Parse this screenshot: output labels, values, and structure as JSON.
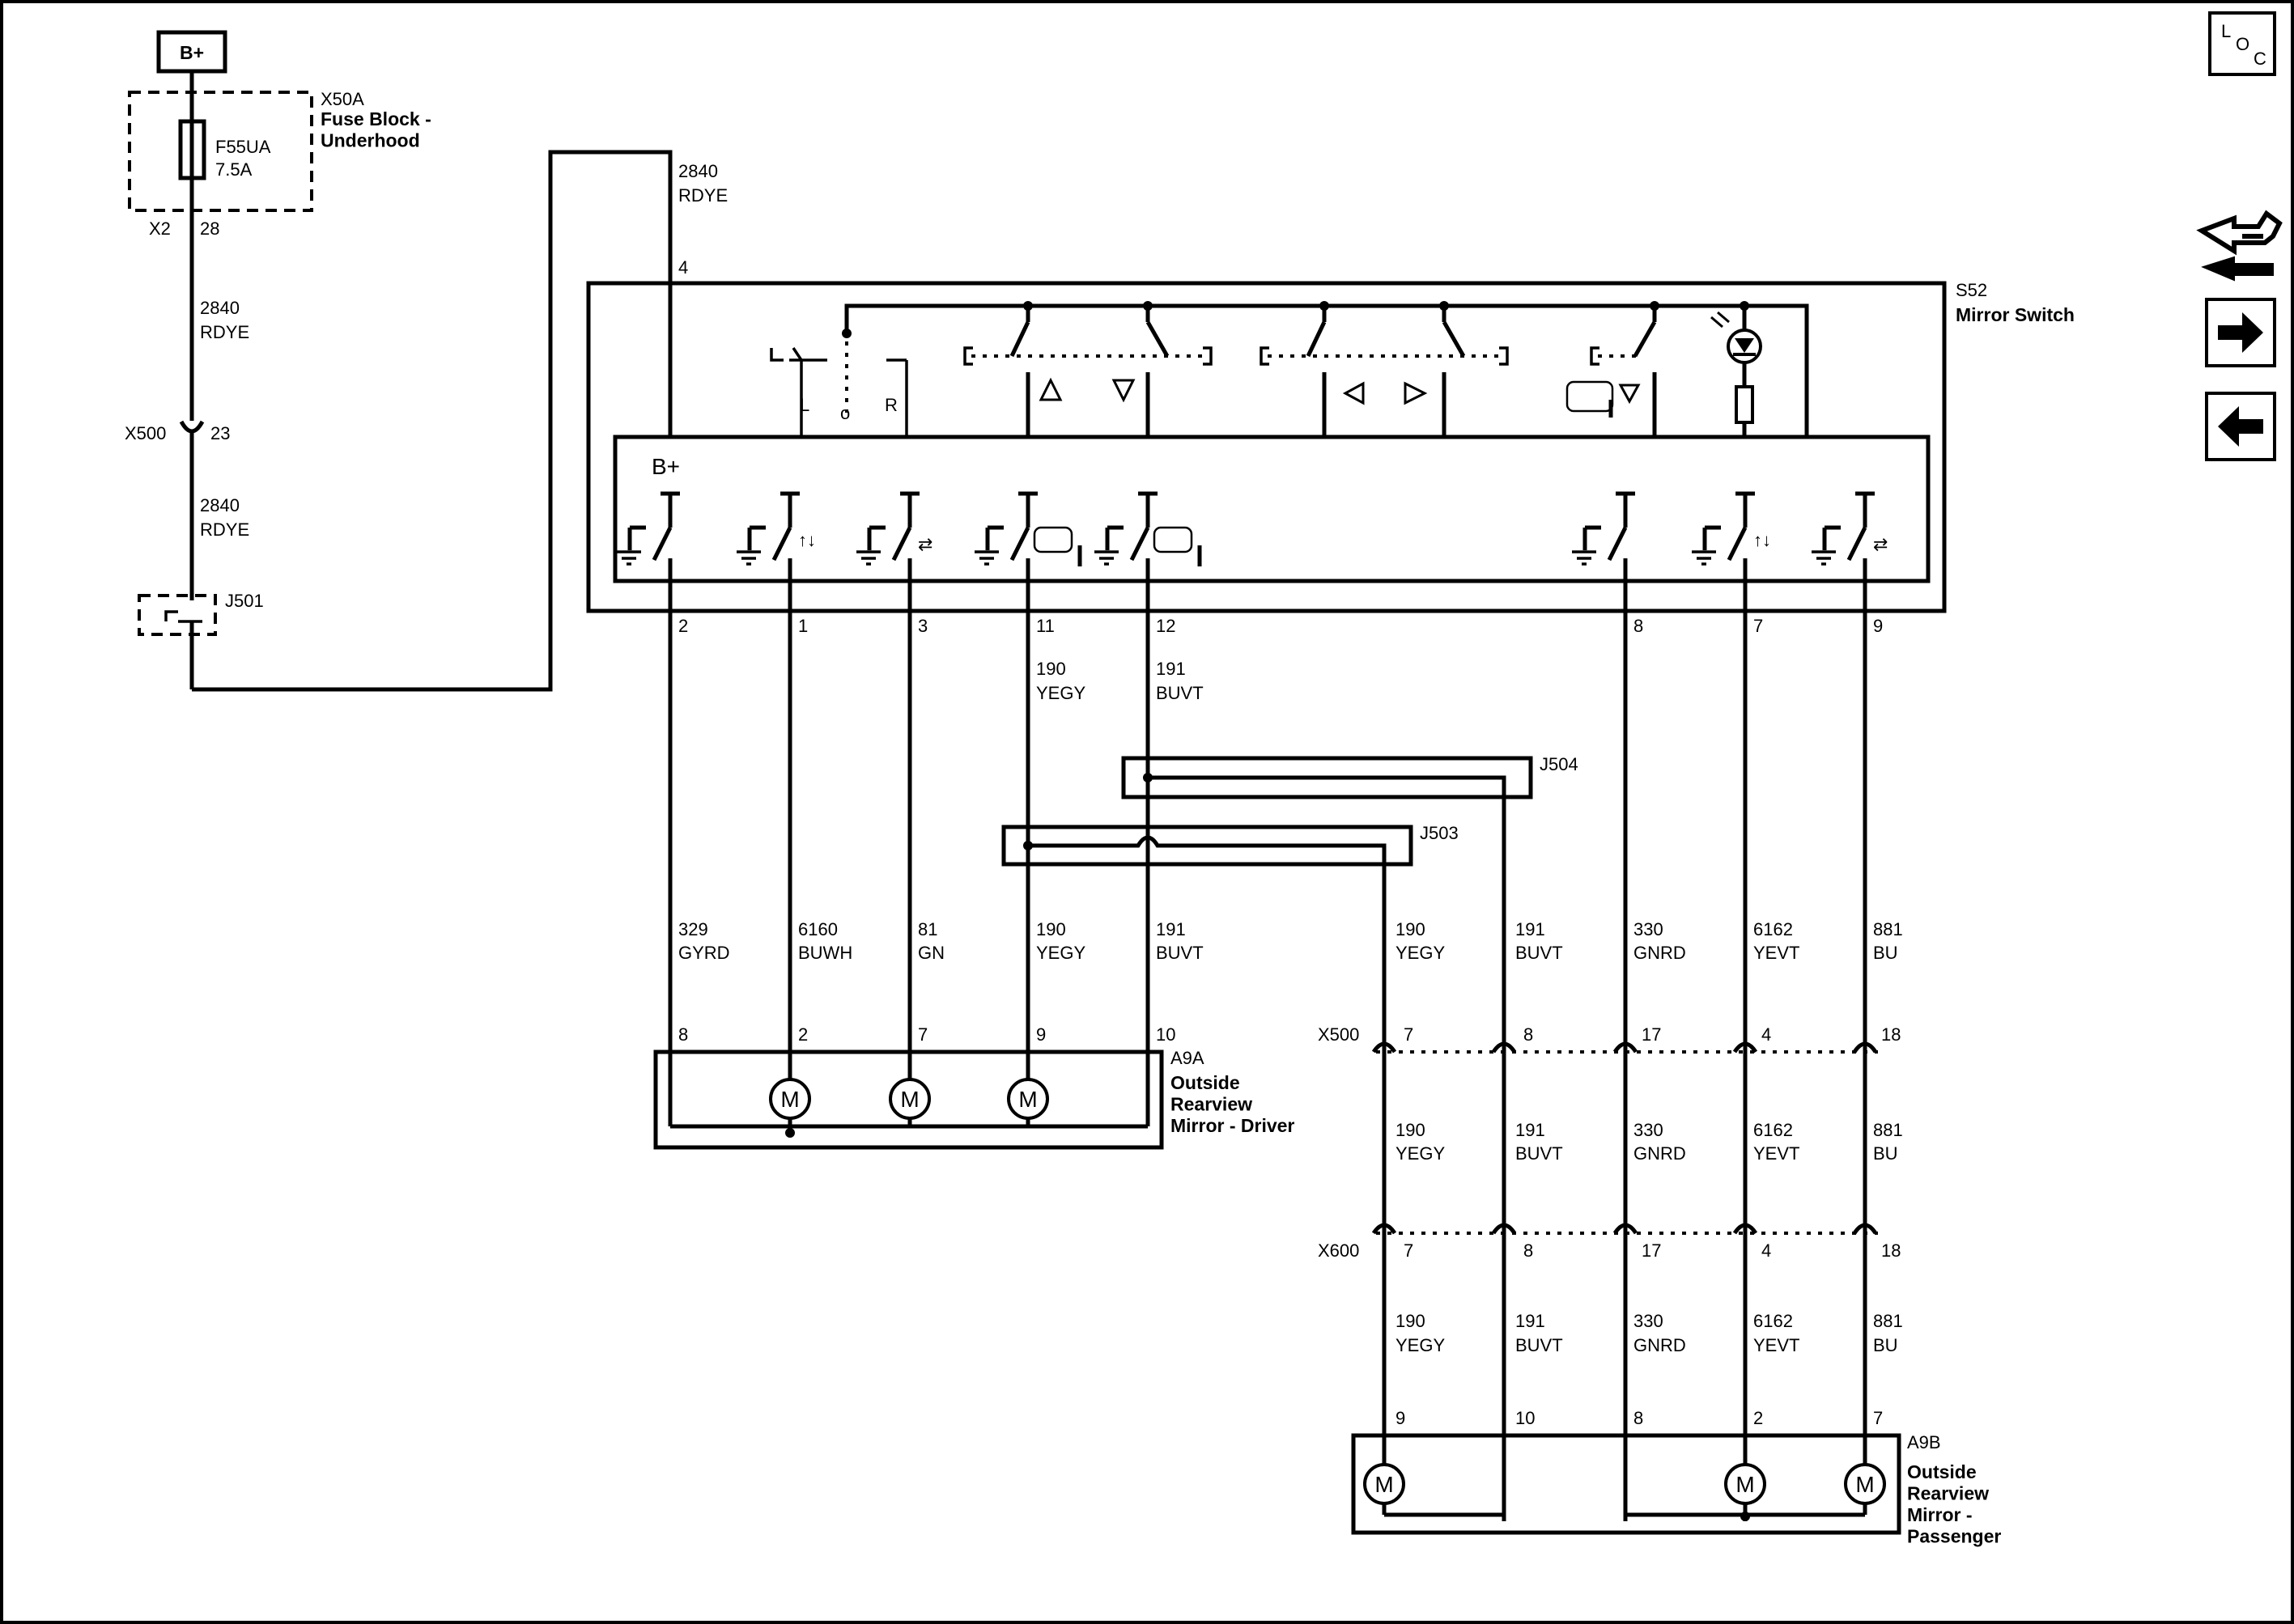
{
  "power_source": {
    "label": "B+"
  },
  "fuse_block": {
    "connector": "X50A",
    "name": "Fuse Block -\nUnderhood",
    "fuse_id": "F55UA",
    "fuse_rating": "7.5A",
    "conn_left": "X2",
    "conn_pin": "28"
  },
  "wires": {
    "w2840_a": {
      "circuit": "2840",
      "color": "RDYE"
    },
    "w2840_b": {
      "circuit": "2840",
      "color": "RDYE"
    },
    "w2840_c": {
      "circuit": "2840",
      "color": "RDYE"
    },
    "w329": {
      "circuit": "329",
      "color": "GYRD"
    },
    "w6160": {
      "circuit": "6160",
      "color": "BUWH"
    },
    "w81": {
      "circuit": "81",
      "color": "GN"
    },
    "w190_top": {
      "circuit": "190",
      "color": "YEGY"
    },
    "w191_top": {
      "circuit": "191",
      "color": "BUVT"
    },
    "w190_drv": {
      "circuit": "190",
      "color": "YEGY"
    },
    "w191_drv": {
      "circuit": "191",
      "color": "BUVT"
    },
    "pass_mid": [
      {
        "circuit": "190",
        "color": "YEGY"
      },
      {
        "circuit": "191",
        "color": "BUVT"
      },
      {
        "circuit": "330",
        "color": "GNRD"
      },
      {
        "circuit": "6162",
        "color": "YEVT"
      },
      {
        "circuit": "881",
        "color": "BU"
      }
    ],
    "pass_lower": [
      {
        "circuit": "190",
        "color": "YEGY"
      },
      {
        "circuit": "191",
        "color": "BUVT"
      },
      {
        "circuit": "330",
        "color": "GNRD"
      },
      {
        "circuit": "6162",
        "color": "YEVT"
      },
      {
        "circuit": "881",
        "color": "BU"
      }
    ],
    "pass_bottom": [
      {
        "circuit": "190",
        "color": "YEGY"
      },
      {
        "circuit": "191",
        "color": "BUVT"
      },
      {
        "circuit": "330",
        "color": "GNRD"
      },
      {
        "circuit": "6162",
        "color": "YEVT"
      },
      {
        "circuit": "881",
        "color": "BU"
      }
    ]
  },
  "inline_x500_top": {
    "name": "X500",
    "pin": "23"
  },
  "splice_j501": {
    "name": "J501"
  },
  "splice_j503": {
    "name": "J503"
  },
  "splice_j504": {
    "name": "J504"
  },
  "mirror_switch": {
    "id": "S52",
    "name": "Mirror Switch",
    "input_pin": "4",
    "bplus_label": "B+",
    "selector_left": "L",
    "selector_off": "o",
    "selector_right": "R",
    "output_pins": [
      "2",
      "1",
      "3",
      "11",
      "12",
      "8",
      "7",
      "9"
    ]
  },
  "x500_row": {
    "name": "X500",
    "pins": [
      "7",
      "8",
      "17",
      "4",
      "18"
    ]
  },
  "x600_row": {
    "name": "X600",
    "pins": [
      "7",
      "8",
      "17",
      "4",
      "18"
    ]
  },
  "driver_mirror": {
    "id": "A9A",
    "name": "Outside\nRearview\nMirror - Driver",
    "pins": [
      "8",
      "2",
      "7",
      "9",
      "10"
    ],
    "motor_label": "M"
  },
  "passenger_mirror": {
    "id": "A9B",
    "name": "Outside\nRearview\nMirror -\nPassenger",
    "pins": [
      "9",
      "10",
      "8",
      "2",
      "7"
    ],
    "motor_label": "M"
  },
  "nav": {
    "loc_l": "L",
    "loc_o": "O",
    "loc_c": "C"
  }
}
